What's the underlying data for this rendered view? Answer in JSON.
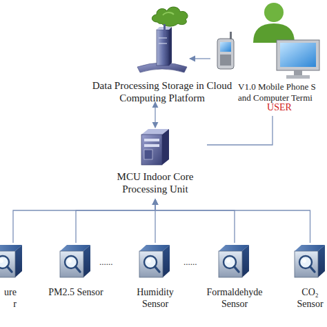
{
  "diagram": {
    "nodes": [
      {
        "text": [
          "Data Processing Storage in Cloud Computing Platform"
        ]
      },
      {
        "text": [
          "V1.0 Mobile Phone S and Computer Termi",
          "USER"
        ]
      },
      {
        "text": [
          "MCU Indoor Core Processing Unit"
        ]
      },
      {
        "text": [
          "ure r"
        ]
      },
      {
        "text": [
          "PM2.5 Sensor"
        ]
      },
      {
        "text": [
          "Humidity Sensor"
        ]
      },
      {
        "text": [
          "Formaldehyde Sensor"
        ]
      },
      {
        "text": [
          "CO₂ Sensor"
        ]
      }
    ],
    "edges": [
      {
        "from": 1,
        "to": 0,
        "arrow": "to"
      },
      {
        "from": 0,
        "to": 2,
        "arrow": "both"
      },
      {
        "from": 2,
        "to": 1,
        "arrow": "none"
      },
      {
        "from": 3,
        "to": 2,
        "arrow": "to"
      },
      {
        "from": 4,
        "to": 2,
        "arrow": "to"
      },
      {
        "from": 5,
        "to": 2,
        "arrow": "to"
      },
      {
        "from": 6,
        "to": 2,
        "arrow": "to"
      },
      {
        "from": 7,
        "to": 2,
        "arrow": "to"
      }
    ],
    "labels": [
      "......",
      "......"
    ]
  }
}
